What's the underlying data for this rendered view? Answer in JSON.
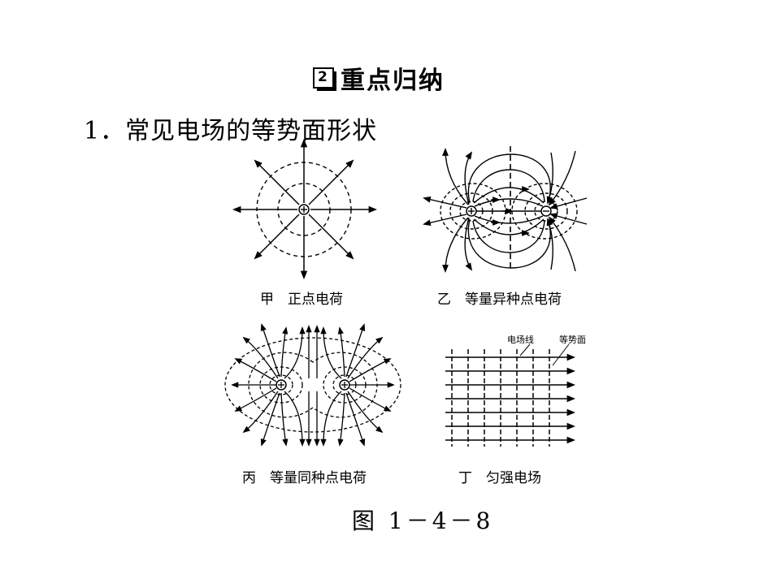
{
  "section": {
    "badge_number": "2",
    "title": "重点归纳"
  },
  "subtitle": "1．常见电场的等势面形状",
  "panels": [
    {
      "id": "jia",
      "caption": "甲　正点电荷"
    },
    {
      "id": "yi",
      "caption": "乙　等量异种点电荷"
    },
    {
      "id": "bing",
      "caption": "丙　等量同种点电荷"
    },
    {
      "id": "ding",
      "caption": "丁　匀强电场",
      "labels": {
        "field_line": "电场线",
        "equipotential": "等势面"
      }
    }
  ],
  "charges": {
    "positive": "+",
    "negative": "−"
  },
  "figure_label": "图 1－4－8"
}
